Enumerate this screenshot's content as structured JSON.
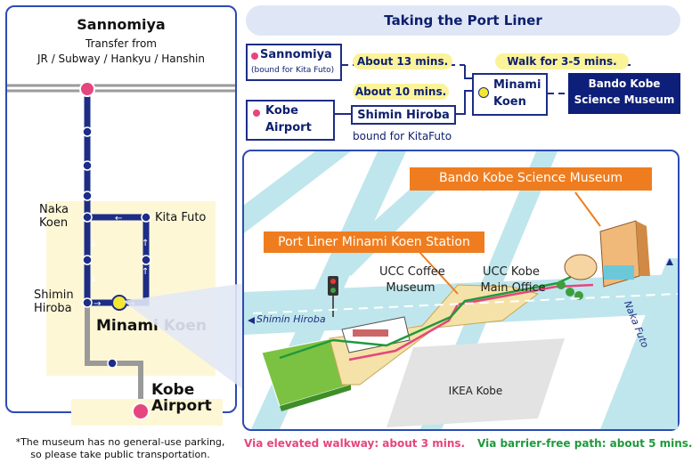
{
  "left_panel": {
    "title": "Sannomiya",
    "transfer_line1": "Transfer from",
    "transfer_line2": "JR / Subway / Hankyu / Hanshin",
    "station_naka_koen": "Naka\nKoen",
    "station_kita_futo": "Kita Futo",
    "station_shimin_hiroba": "Shimin\nHiroba",
    "station_minami_koen": "Minami Koen",
    "station_kobe_airport_1": "Kobe",
    "station_kobe_airport_2": "Airport"
  },
  "route": {
    "header": "Taking the Port Liner",
    "origin1_name": "Sannomiya",
    "origin1_sub": "(bound for Kita Futo)",
    "time1": "About 13 mins.",
    "walk": "Walk for 3-5 mins.",
    "time2": "About 10 mins.",
    "origin2_line1": "Kobe",
    "origin2_line2": "Airport",
    "transfer_station": "Shimin Hiroba",
    "transfer_sub": "bound for KitaFuto",
    "dest_station_1": "Minami",
    "dest_station_2": "Koen",
    "museum_line1": "Bando Kobe",
    "museum_line2": "Science Museum"
  },
  "map": {
    "museum_banner": "Bando Kobe Science Museum",
    "station_banner": "Port Liner Minami Koen Station",
    "ucc_coffee_1": "UCC Coffee",
    "ucc_coffee_2": "Museum",
    "ucc_kobe_1": "UCC Kobe",
    "ucc_kobe_2": "Main Office",
    "ikea": "IKEA Kobe",
    "shimin_hiroba_label": "Shimin Hiroba",
    "naka_futo_label": "Naka Futo"
  },
  "footer": {
    "note1": "*The museum has no general-use parking,",
    "note2": "so please take public transportation.",
    "walkway": "Via elevated walkway: about 3 mins.",
    "barrier_free": "Via barrier-free path: about 5 mins."
  },
  "colors": {
    "navy": "#1d2d86",
    "pink": "#e6457d",
    "green": "#1f9a3b",
    "orange": "#ef7d1f",
    "yellow": "#fbf39a"
  }
}
